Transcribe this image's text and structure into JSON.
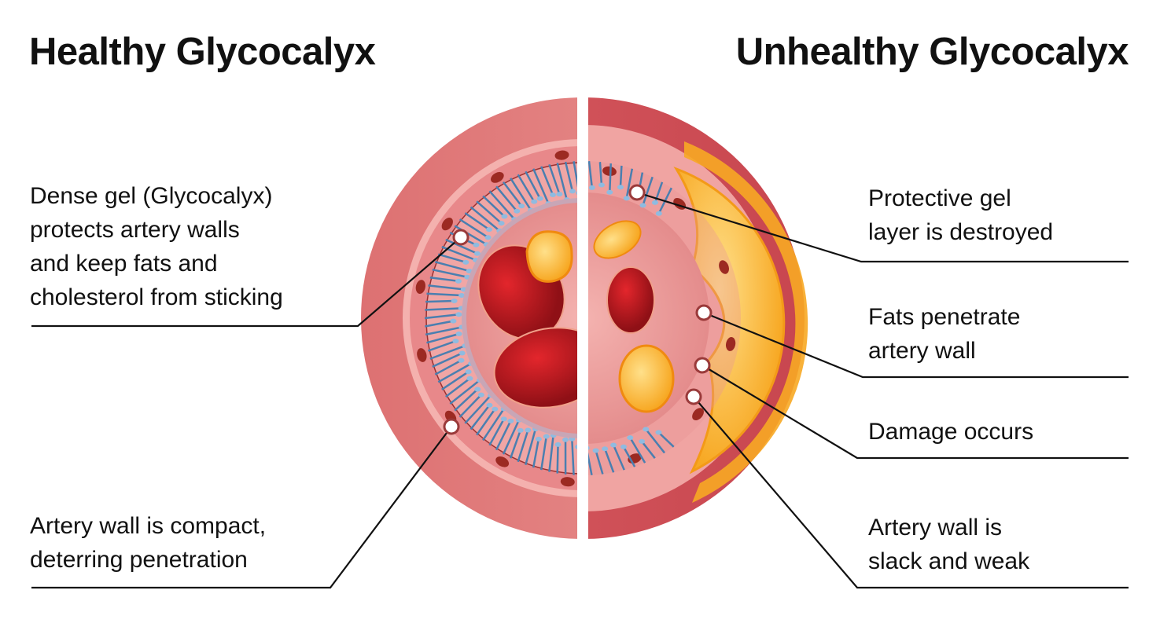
{
  "titles": {
    "healthy": "Healthy Glycocalyx",
    "unhealthy": "Unhealthy Glycocalyx"
  },
  "healthy_labels": [
    {
      "lines": [
        "Dense gel (Glycocalyx)",
        "protects artery walls",
        "and keep fats and",
        "cholesterol from sticking"
      ]
    },
    {
      "lines": [
        "Artery wall is compact,",
        "deterring penetration"
      ]
    }
  ],
  "unhealthy_labels": [
    {
      "lines": [
        "Protective gel",
        "layer is destroyed"
      ]
    },
    {
      "lines": [
        "Fats penetrate",
        "artery wall"
      ]
    },
    {
      "lines": [
        "Damage occurs"
      ]
    },
    {
      "lines": [
        "Artery wall is",
        "slack and weak"
      ]
    }
  ],
  "colors": {
    "wall": "#d9696b",
    "wall_dark": "#c94a52",
    "lumen": "#eea0a0",
    "glycocalyx": "#4a7fb0",
    "fat": "#f7a823",
    "rbc": "#b3141c"
  }
}
